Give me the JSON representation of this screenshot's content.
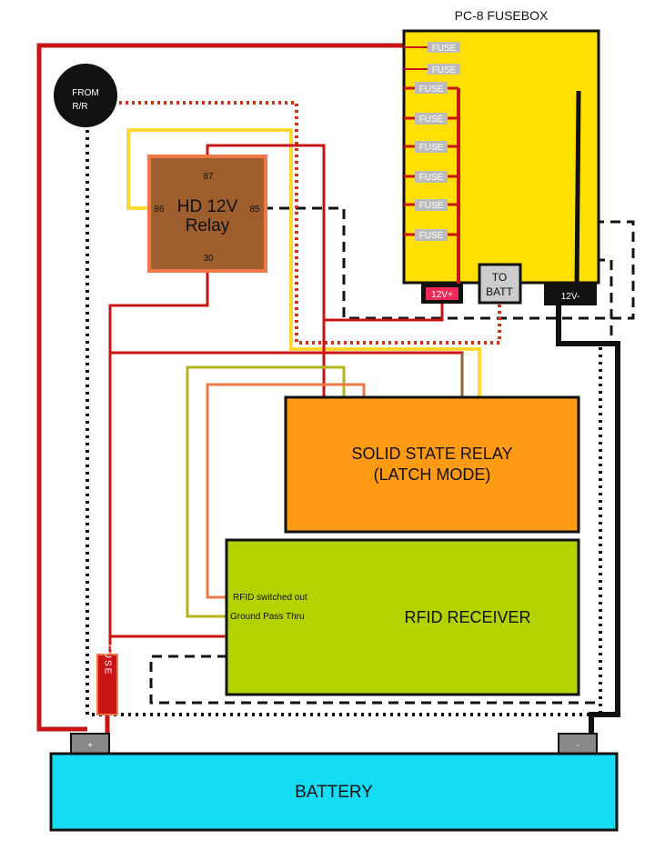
{
  "fusebox": {
    "title": "PC-8 FUSEBOX",
    "fuse_labels": [
      "FUSE",
      "FUSE",
      "FUSE",
      "FUSE",
      "FUSE",
      "FUSE",
      "FUSE",
      "FUSE"
    ],
    "pos_terminal": "12V+",
    "to_batt_line1": "TO",
    "to_batt_line2": "BATT",
    "neg_terminal": "12V-"
  },
  "from_rr": {
    "line1": "FROM",
    "line2": "R/R"
  },
  "relay": {
    "title_line1": "HD 12V",
    "title_line2": "Relay",
    "pin_87": "87",
    "pin_86": "86",
    "pin_85": "85",
    "pin_30": "30"
  },
  "ssr": {
    "line1": "SOLID STATE RELAY",
    "line2": "(LATCH MODE)"
  },
  "rfid": {
    "title": "RFID RECEIVER",
    "switched_out": "RFID switched out",
    "ground_pass": "Ground Pass Thru"
  },
  "inline_fuse": {
    "label": "FUSE"
  },
  "battery": {
    "label": "BATTERY",
    "pos": "+",
    "neg": "-"
  },
  "colors": {
    "fusebox": "#FFE000",
    "relay": "#9E5E2E",
    "relay_border": "#F07846",
    "ssr": "#FF9A14",
    "rfid": "#B4D200",
    "battery": "#14DCF5",
    "wire_red": "#C81414",
    "wire_yellow": "#FFD836",
    "wire_olive": "#B4B41E",
    "wire_salmon": "#F07846",
    "wire_brown": "#966432",
    "wire_dark_red_dotted": "#D23214"
  }
}
